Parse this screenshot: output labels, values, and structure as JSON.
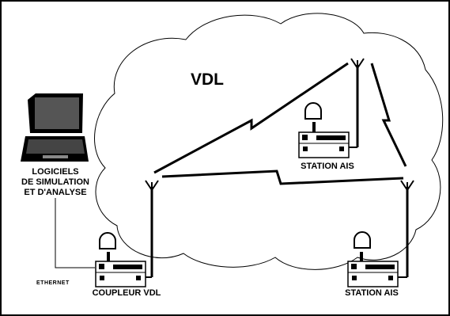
{
  "cloud_label": "VDL",
  "software_label": [
    "LOGICIELS",
    "DE SIMULATION",
    "ET D'ANALYSE"
  ],
  "ethernet_label": "ETHERNET",
  "coupler_label": "COUPLEUR VDL",
  "station_top_label": "STATION AIS",
  "station_bottom_label": "STATION AIS"
}
